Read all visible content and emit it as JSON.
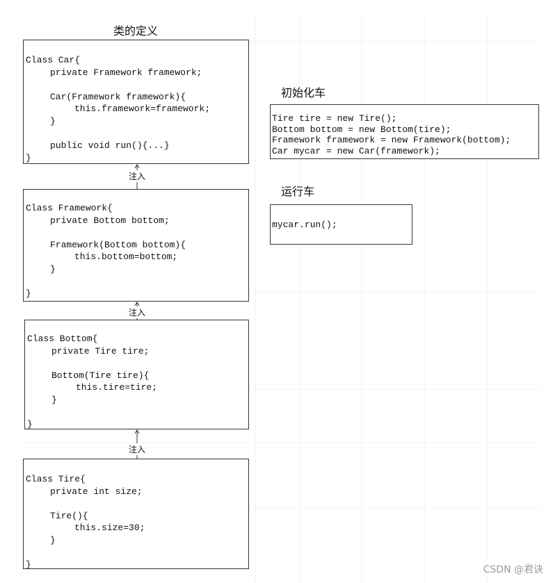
{
  "headings": {
    "class_def": "类的定义",
    "init_car": "初始化车",
    "run_car": "运行车"
  },
  "classes": [
    {
      "name": "car",
      "lines": [
        {
          "text": "Class Car{",
          "indent": 0
        },
        {
          "text": "private Framework framework;",
          "indent": 1
        },
        {
          "text": "",
          "indent": 0
        },
        {
          "text": "Car(Framework framework){",
          "indent": 1
        },
        {
          "text": "this.framework=framework;",
          "indent": 2
        },
        {
          "text": "}",
          "indent": 1
        },
        {
          "text": "",
          "indent": 0
        },
        {
          "text": "public void run(){...}",
          "indent": 1
        },
        {
          "text": "}",
          "indent": 0
        }
      ]
    },
    {
      "name": "framework",
      "lines": [
        {
          "text": "Class Framework{",
          "indent": 0
        },
        {
          "text": "private Bottom bottom;",
          "indent": 1
        },
        {
          "text": "",
          "indent": 0
        },
        {
          "text": "Framework(Bottom bottom){",
          "indent": 1
        },
        {
          "text": "this.bottom=bottom;",
          "indent": 2
        },
        {
          "text": "}",
          "indent": 1
        },
        {
          "text": "",
          "indent": 0
        },
        {
          "text": "}",
          "indent": 0
        }
      ]
    },
    {
      "name": "bottom",
      "lines": [
        {
          "text": "Class Bottom{",
          "indent": 0
        },
        {
          "text": "private Tire tire;",
          "indent": 1
        },
        {
          "text": "",
          "indent": 0
        },
        {
          "text": "Bottom(Tire tire){",
          "indent": 1
        },
        {
          "text": "this.tire=tire;",
          "indent": 2
        },
        {
          "text": "}",
          "indent": 1
        },
        {
          "text": "",
          "indent": 0
        },
        {
          "text": "}",
          "indent": 0
        }
      ]
    },
    {
      "name": "tire",
      "lines": [
        {
          "text": "Class Tire{",
          "indent": 0
        },
        {
          "text": "private int size;",
          "indent": 1
        },
        {
          "text": "",
          "indent": 0
        },
        {
          "text": "Tire(){",
          "indent": 1
        },
        {
          "text": "this.size=30;",
          "indent": 2
        },
        {
          "text": "}",
          "indent": 1
        },
        {
          "text": "",
          "indent": 0
        },
        {
          "text": "}",
          "indent": 0
        }
      ]
    }
  ],
  "inject_label": "注入",
  "init_code": [
    "Tire tire = new Tire();",
    "Bottom bottom = new Bottom(tire);",
    "Framework framework = new Framework(bottom);",
    "Car mycar = new Car(framework);"
  ],
  "run_code": [
    "mycar.run();"
  ],
  "watermark": "CSDN @君诀"
}
